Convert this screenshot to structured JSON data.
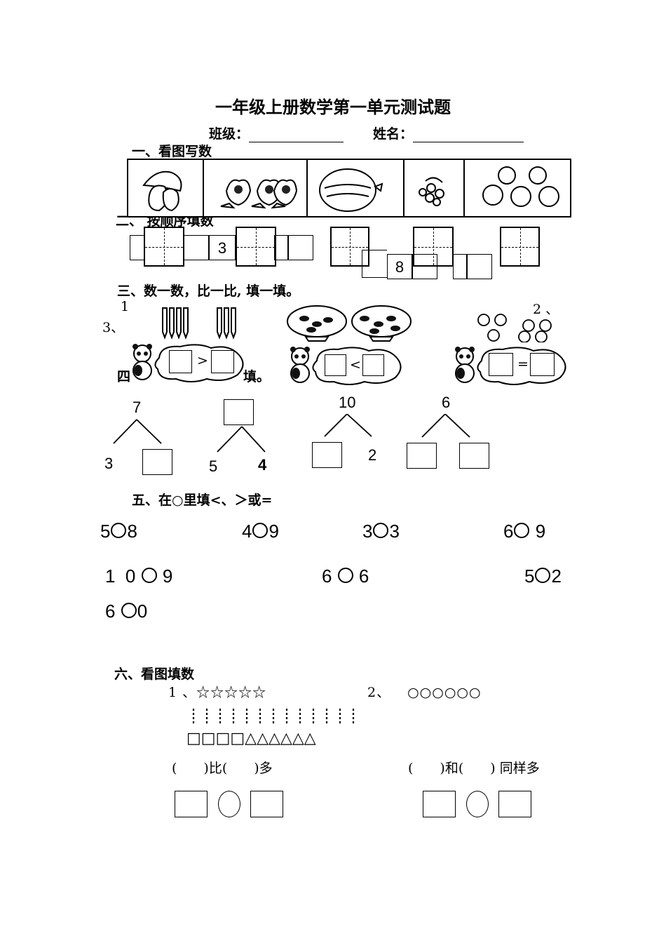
{
  "title": "一年级上册数学第一单元测试题",
  "header": {
    "class_label": "班级：",
    "name_label": "姓名："
  },
  "s1": {
    "heading": "一、看图写数"
  },
  "s2": {
    "heading": "二、 按顺序填数",
    "given": [
      "3",
      "8"
    ]
  },
  "s3": {
    "heading": "三、数一数，比一比, 填一填。",
    "markers": {
      "m1": "1",
      "m2": "2 、",
      "m3": "3、"
    },
    "signs": [
      ">",
      "<",
      "="
    ]
  },
  "s4": {
    "prefix": "四",
    "suffix": "填。",
    "trees": [
      {
        "top": "7",
        "left": "3"
      },
      {
        "left": "5",
        "right": "4"
      },
      {
        "top": "10",
        "right": "2"
      },
      {
        "top": "6"
      }
    ]
  },
  "s5": {
    "heading": "五、在○里填<、＞或=",
    "items": [
      {
        "a": "5",
        "b": "8"
      },
      {
        "a": "4",
        "b": "9"
      },
      {
        "a": "3",
        "b": "3"
      },
      {
        "a": "6",
        "b": " 9"
      },
      {
        "a": "1  0 ",
        "b": " 9"
      },
      {
        "a": "6 ",
        "b": " 6"
      },
      {
        "a": "5",
        "b": "2"
      },
      {
        "a": "6 ",
        "b": "0"
      }
    ]
  },
  "s6": {
    "heading": "六、看图填数",
    "q1_label": "1 、",
    "stars": "☆☆☆☆☆",
    "squares": "□□□□",
    "triangles": "△△△△△△",
    "q2_label": "2、",
    "circles": "○○○○○○",
    "q1_sentence": "(　　)比(　　)多",
    "q2_sentence": "(　　)和(　　) 同样多"
  }
}
